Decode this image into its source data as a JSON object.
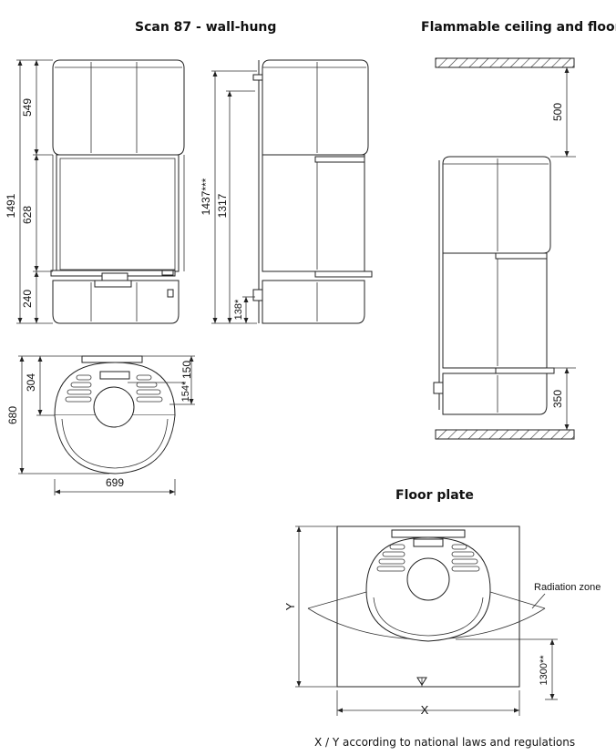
{
  "titles": {
    "main": "Scan 87 - wall-hung",
    "clearance": "Flammable ceiling and floor",
    "floor_plate": "Floor plate"
  },
  "front_view": {
    "total_height": "1491",
    "top_section": "549",
    "middle_section": "628",
    "bottom_section": "240"
  },
  "side_view": {
    "height_total": "1437***",
    "height_outlet": "1317",
    "height_base": "138*"
  },
  "top_view": {
    "depth": "680",
    "depth_partial": "304",
    "offset": "150",
    "offset_alt": "154*",
    "width": "699"
  },
  "clearance_view": {
    "ceiling_distance": "500",
    "floor_distance": "350"
  },
  "floor_plate_view": {
    "y_label": "Y",
    "x_label": "X",
    "radiation_label": "Radiation zone",
    "radiation_distance": "1300**"
  },
  "footnote": "X / Y according to national laws and regulations"
}
